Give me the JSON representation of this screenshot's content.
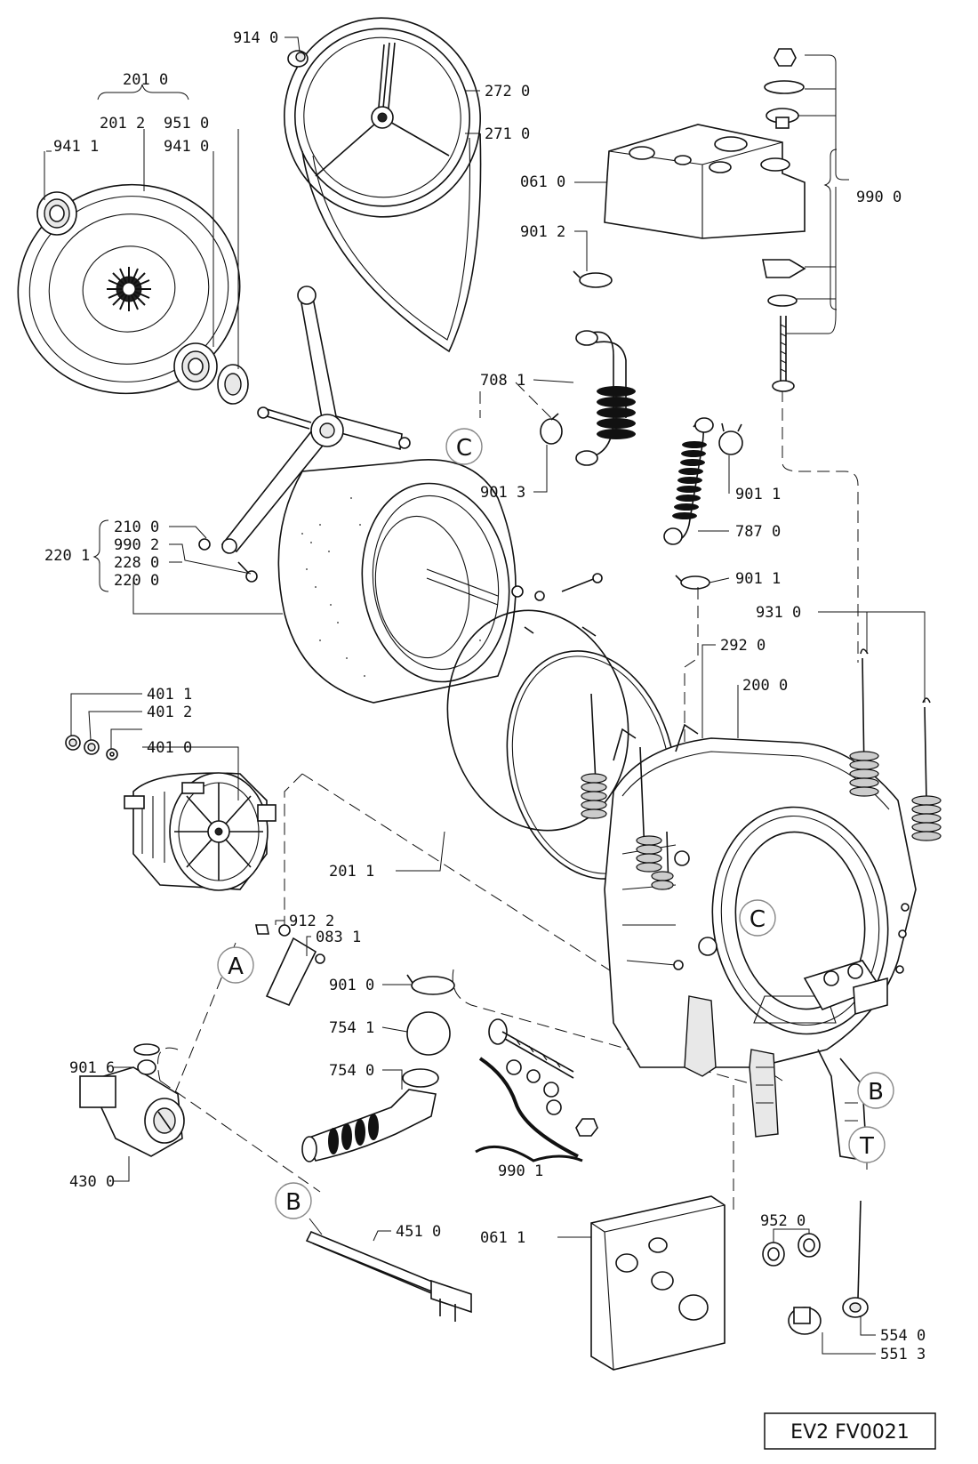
{
  "diagram_ref": "EV2 FV0021",
  "callouts": {
    "A": "A",
    "B": "B",
    "C": "C",
    "T": "T"
  },
  "labels": {
    "p9140": "914 0",
    "p2720": "272 0",
    "p2710": "271 0",
    "p2010": "201 0",
    "p2012": "201 2",
    "p9510": "951 0",
    "p9411": "941 1",
    "p9410": "941 0",
    "p0610": "061 0",
    "p9900": "990 0",
    "p9012": "901 2",
    "p7081": "708 1",
    "p9013": "901 3",
    "p9011a": "901 1",
    "p7870": "787 0",
    "p9011b": "901 1",
    "p9310": "931 0",
    "p2100": "210 0",
    "p2201": "220 1",
    "p9902": "990 2",
    "p2280": "228 0",
    "p2200": "220 0",
    "p2920": "292 0",
    "p2000": "200 0",
    "p4011": "401 1",
    "p4012": "401 2",
    "p4010": "401 0",
    "p2011": "201 1",
    "p9122": "912 2",
    "p0831": "083 1",
    "p9010": "901 0",
    "p7541": "754 1",
    "p7540": "754 0",
    "p9016": "901 6",
    "p4300": "430 0",
    "p9901": "990 1",
    "p9520": "952 0",
    "p4510": "451 0",
    "p0611": "061 1",
    "p5540": "554 0",
    "p5513": "551 3"
  }
}
